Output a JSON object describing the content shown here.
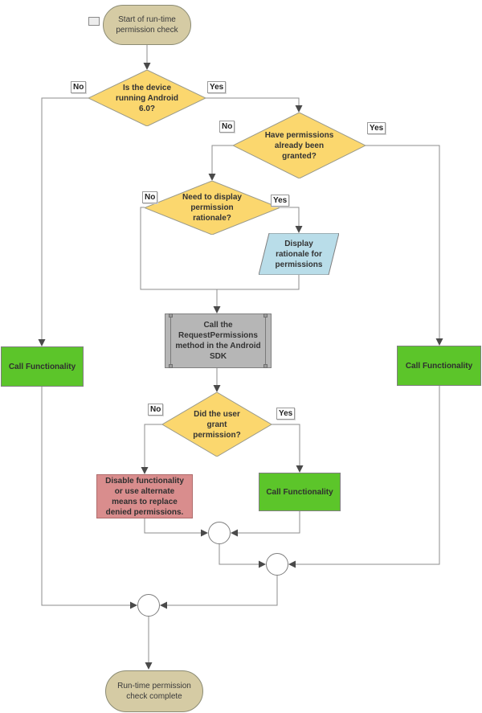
{
  "flowchart": {
    "nodes": {
      "start": {
        "type": "terminator",
        "label": "Start of  run-time permission check"
      },
      "device_check": {
        "type": "decision",
        "label": "Is the device running Android 6.0?"
      },
      "granted_check": {
        "type": "decision",
        "label": "Have permissions already been granted?"
      },
      "rationale_check": {
        "type": "decision",
        "label": "Need to display permission rationale?"
      },
      "display_rationale": {
        "type": "data",
        "label": "Display rationale for permissions"
      },
      "request_permissions": {
        "type": "predefined_process",
        "label": "Call the RequestPermissions method in the Android SDK"
      },
      "grant_check": {
        "type": "decision",
        "label": "Did the user grant permission?"
      },
      "call_functionality_left": {
        "type": "process",
        "label": "Call Functionality"
      },
      "call_functionality_right": {
        "type": "process",
        "label": "Call Functionality"
      },
      "call_functionality_center": {
        "type": "process",
        "label": "Call Functionality"
      },
      "disable_functionality": {
        "type": "process",
        "label": "Disable functionality or use alternate means to replace denied permissions."
      },
      "end": {
        "type": "terminator",
        "label": "Run-time permission check complete"
      }
    },
    "edge_labels": {
      "device_no": "No",
      "device_yes": "Yes",
      "granted_no": "No",
      "granted_yes": "Yes",
      "rationale_no": "No",
      "rationale_yes": "Yes",
      "grant_no": "No",
      "grant_yes": "Yes"
    },
    "colors": {
      "terminator_fill": "#d5cba4",
      "decision_fill": "#fbd76e",
      "data_fill": "#b9dde9",
      "process_fill_green": "#5cc52a",
      "process_fill_red": "#d98d8d",
      "predefined_fill": "#b6b6b6",
      "connector": "#8c8c8c",
      "arrowhead": "#4a4a4a"
    }
  }
}
